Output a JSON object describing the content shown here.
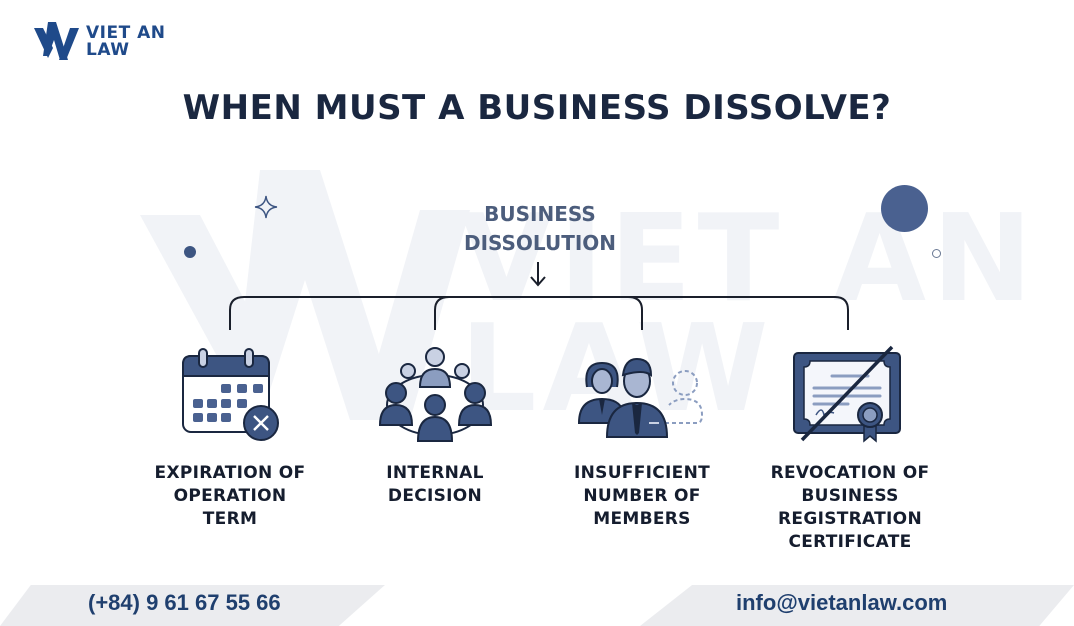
{
  "brand": {
    "logo_line1": "VIET AN",
    "logo_line2": "LAW",
    "primary_color": "#1f4a8a",
    "icon_color": "#3d5582",
    "watermark_text_line1": "VIET AN",
    "watermark_text_line2": "LAW"
  },
  "header": {
    "title": "WHEN MUST A BUSINESS DISSOLVE?"
  },
  "diagram": {
    "root": {
      "line1": "BUSINESS",
      "line2": "DISSOLUTION"
    },
    "items": [
      {
        "icon": "calendar-x-icon",
        "lines": [
          "EXPIRATION OF",
          "OPERATION",
          "TERM"
        ]
      },
      {
        "icon": "meeting-group-icon",
        "lines": [
          "INTERNAL",
          "DECISION"
        ]
      },
      {
        "icon": "members-missing-icon",
        "lines": [
          "INSUFFICIENT",
          "NUMBER OF",
          "MEMBERS"
        ]
      },
      {
        "icon": "certificate-revoked-icon",
        "lines": [
          "REVOCATION OF",
          "BUSINESS",
          "REGISTRATION",
          "CERTIFICATE"
        ]
      }
    ]
  },
  "footer": {
    "phone": "(+84) 9 61 67 55 66",
    "email": "info@vietanlaw.com"
  }
}
